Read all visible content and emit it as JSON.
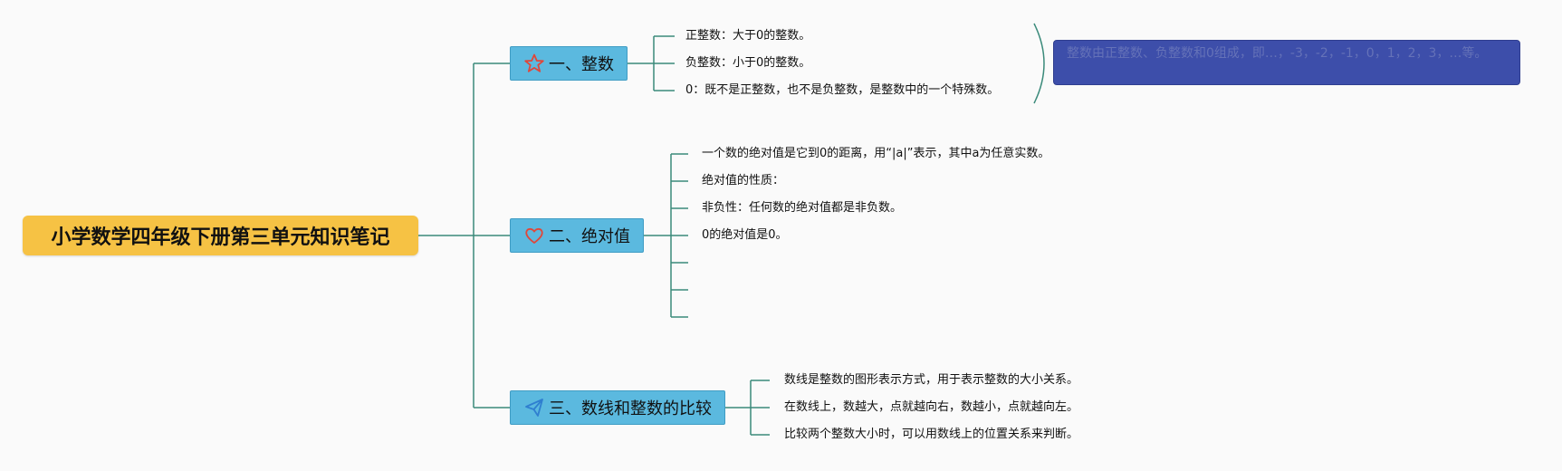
{
  "root": {
    "title": "小学数学四年级下册第三单元知识笔记"
  },
  "topics": [
    {
      "label": "一、整数",
      "icon": "star-icon",
      "leaves": [
        "正整数：大于0的整数。",
        "负整数：小于0的整数。",
        "0：既不是正整数，也不是负整数，是整数中的一个特殊数。"
      ]
    },
    {
      "label": "二、绝对值",
      "icon": "heart-icon",
      "leaves": [
        "一个数的绝对值是它到0的距离，用“|a|”表示，其中a为任意实数。",
        "绝对值的性质：",
        "非负性：任何数的绝对值都是非负数。",
        "0的绝对值是0。",
        "",
        "",
        ""
      ]
    },
    {
      "label": "三、数线和整数的比较",
      "icon": "send-icon",
      "leaves": [
        "数线是整数的图形表示方式，用于表示整数的大小关系。",
        "在数线上，数越大，点就越向右，数越小，点就越向左。",
        "比较两个整数大小时，可以用数线上的位置关系来判断。"
      ]
    }
  ],
  "callout": {
    "text": "整数由正整数、负整数和0组成，即…，-3，-2，-1，0，1，2，3，…等。"
  },
  "colors": {
    "line": "#3a8a7a",
    "root": "#f6c244",
    "topic": "#5bb9df",
    "callout": "#3d4eaa",
    "star": "#e0473a",
    "heart": "#e0473a",
    "send": "#2f7fd0"
  }
}
